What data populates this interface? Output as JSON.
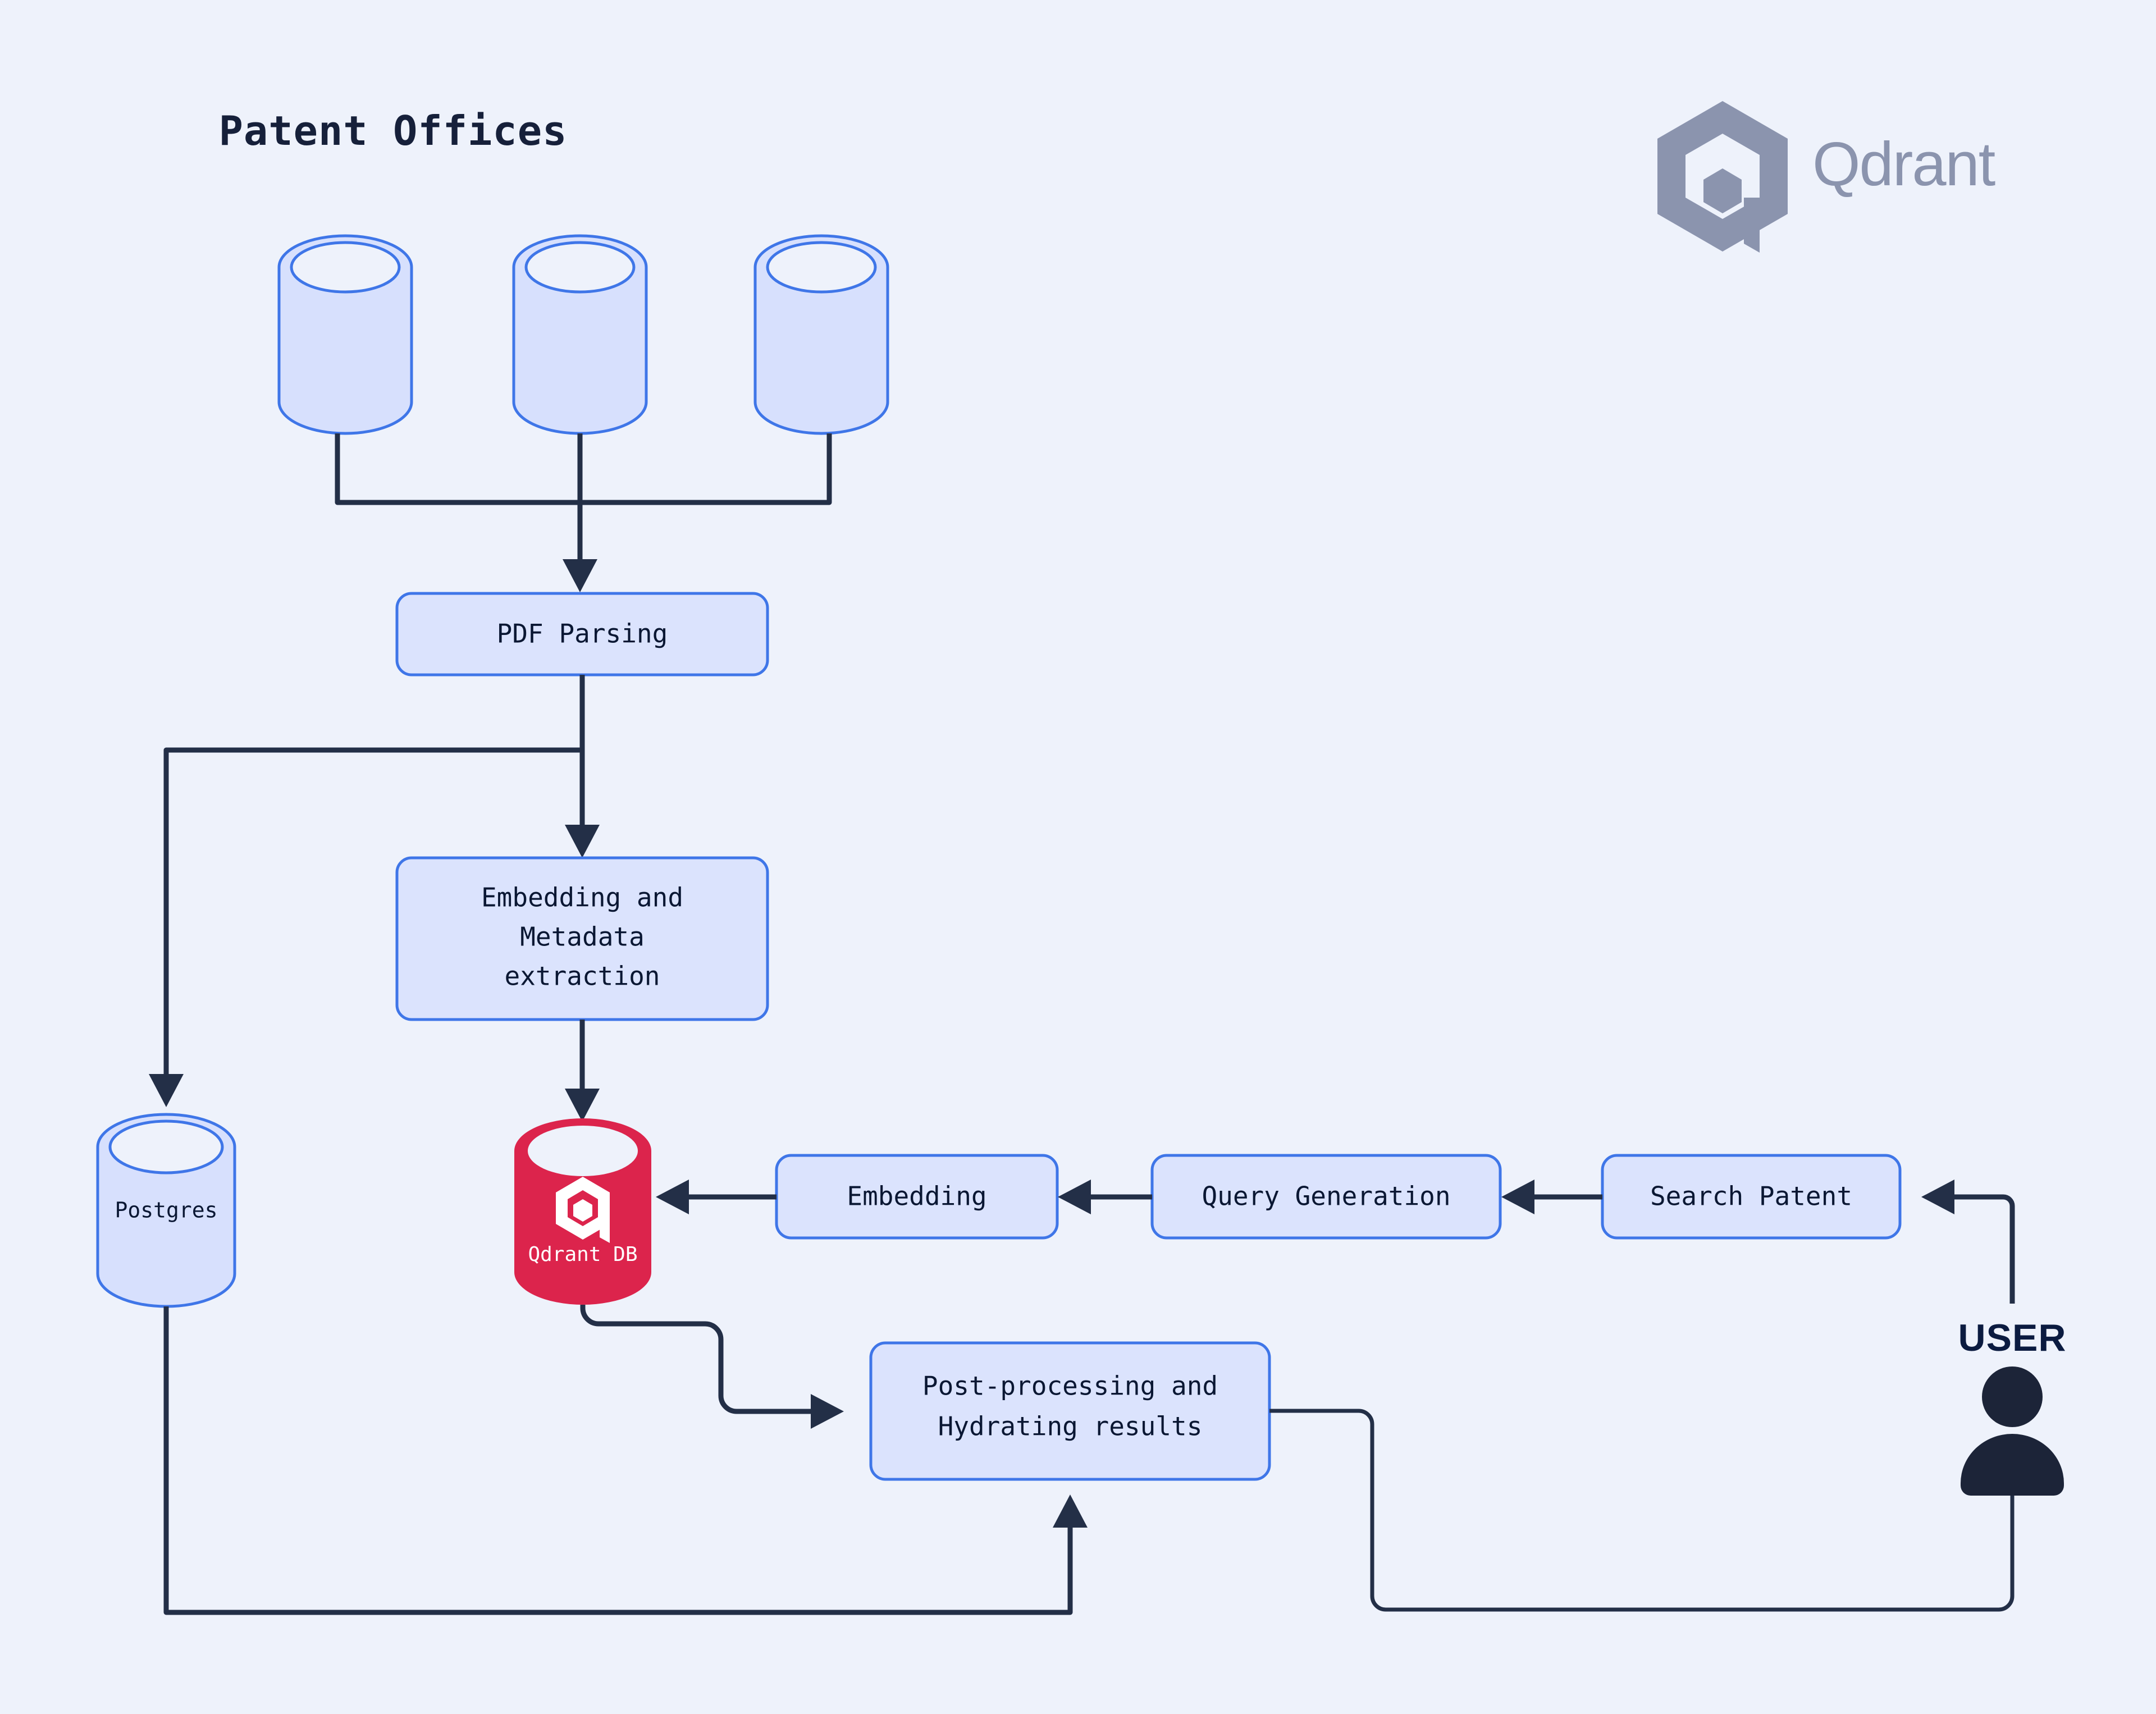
{
  "page": {
    "background_color": "#eef2fb",
    "title": "Patent Offices"
  },
  "brand": {
    "name": "Qdrant",
    "logo_icon": "qdrant-hexagon-logo",
    "color": "#8b94ae"
  },
  "colors": {
    "box_fill": "#dbe3fd",
    "box_stroke": "#3f76e8",
    "cylinder_fill": "#d7e0fd",
    "cylinder_stroke": "#3f76e8",
    "qdrant_red": "#dc244c",
    "arrow": "#232f47",
    "text_dark": "#0a1733",
    "user_dark": "#1c2438"
  },
  "sources": {
    "group_label": "Patent Offices",
    "cylinders": [
      {
        "name": "patent-office-source-1",
        "label": ""
      },
      {
        "name": "patent-office-source-2",
        "label": ""
      },
      {
        "name": "patent-office-source-3",
        "label": ""
      }
    ]
  },
  "nodes": {
    "pdf_parsing": "PDF Parsing",
    "embedding_metadata": [
      "Embedding and",
      "Metadata",
      "extraction"
    ],
    "postgres": "Postgres",
    "qdrant_db": "Qdrant DB",
    "embedding": "Embedding",
    "query_generation": "Query Generation",
    "search_patent": "Search Patent",
    "post_processing": [
      "Post-processing and",
      "Hydrating results"
    ],
    "user": "USER"
  },
  "edges": [
    {
      "from": "patent-office-source-1",
      "to": "pdf-parsing"
    },
    {
      "from": "patent-office-source-2",
      "to": "pdf-parsing"
    },
    {
      "from": "patent-office-source-3",
      "to": "pdf-parsing"
    },
    {
      "from": "pdf-parsing",
      "to": "embedding-and-metadata-extraction"
    },
    {
      "from": "pdf-parsing",
      "to": "postgres"
    },
    {
      "from": "embedding-and-metadata-extraction",
      "to": "qdrant-db"
    },
    {
      "from": "user",
      "to": "search-patent"
    },
    {
      "from": "search-patent",
      "to": "query-generation"
    },
    {
      "from": "query-generation",
      "to": "embedding"
    },
    {
      "from": "embedding",
      "to": "qdrant-db"
    },
    {
      "from": "qdrant-db",
      "to": "post-processing-and-hydrating-results"
    },
    {
      "from": "postgres",
      "to": "post-processing-and-hydrating-results"
    },
    {
      "from": "post-processing-and-hydrating-results",
      "to": "user"
    }
  ]
}
